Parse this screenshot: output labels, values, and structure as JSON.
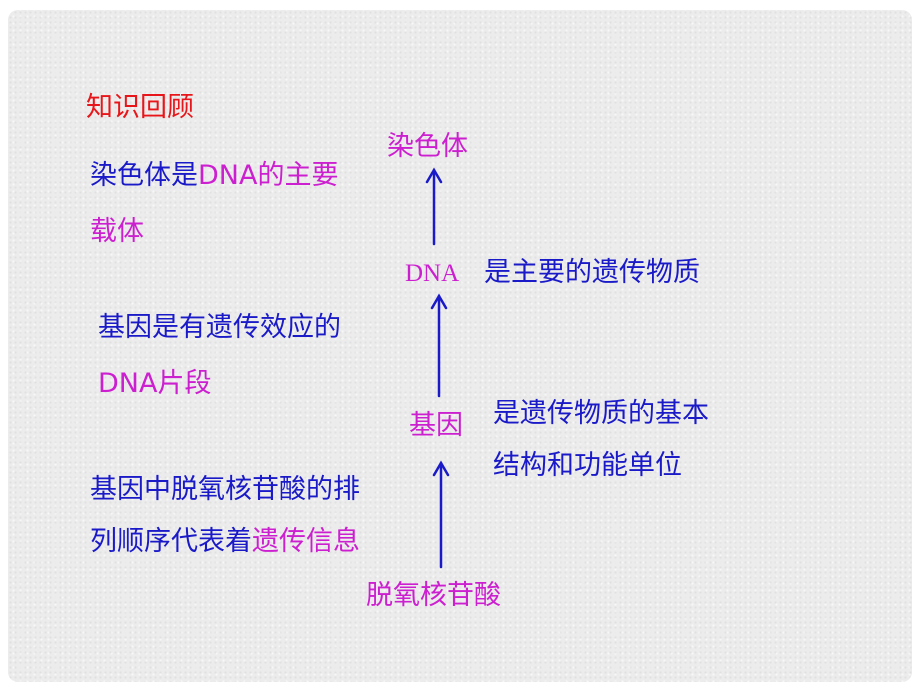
{
  "heading": "知识回顾",
  "colors": {
    "blue": "#1a1ac8",
    "magenta": "#cc1fd0",
    "red": "#e8161a"
  },
  "flow": {
    "node_top": "染色体",
    "node_dna": "DNA",
    "node_gene": "基因",
    "node_bottom": "脱氧核苷酸"
  },
  "notes": {
    "chromosome_line1_a": "染色体是",
    "chromosome_line1_b": "DNA的主要",
    "chromosome_line2": "载体",
    "dna_desc": "是主要的遗传物质",
    "gene_def_line1": "基因是有遗传效应的",
    "gene_def_line2": "DNA片段",
    "gene_desc_line1": "是遗传物质的基本",
    "gene_desc_line2": "结构和功能单位",
    "nucleotide_line1": "基因中脱氧核苷酸的排",
    "nucleotide_line2_a": "列顺序代表着",
    "nucleotide_line2_b": "遗传信息"
  }
}
